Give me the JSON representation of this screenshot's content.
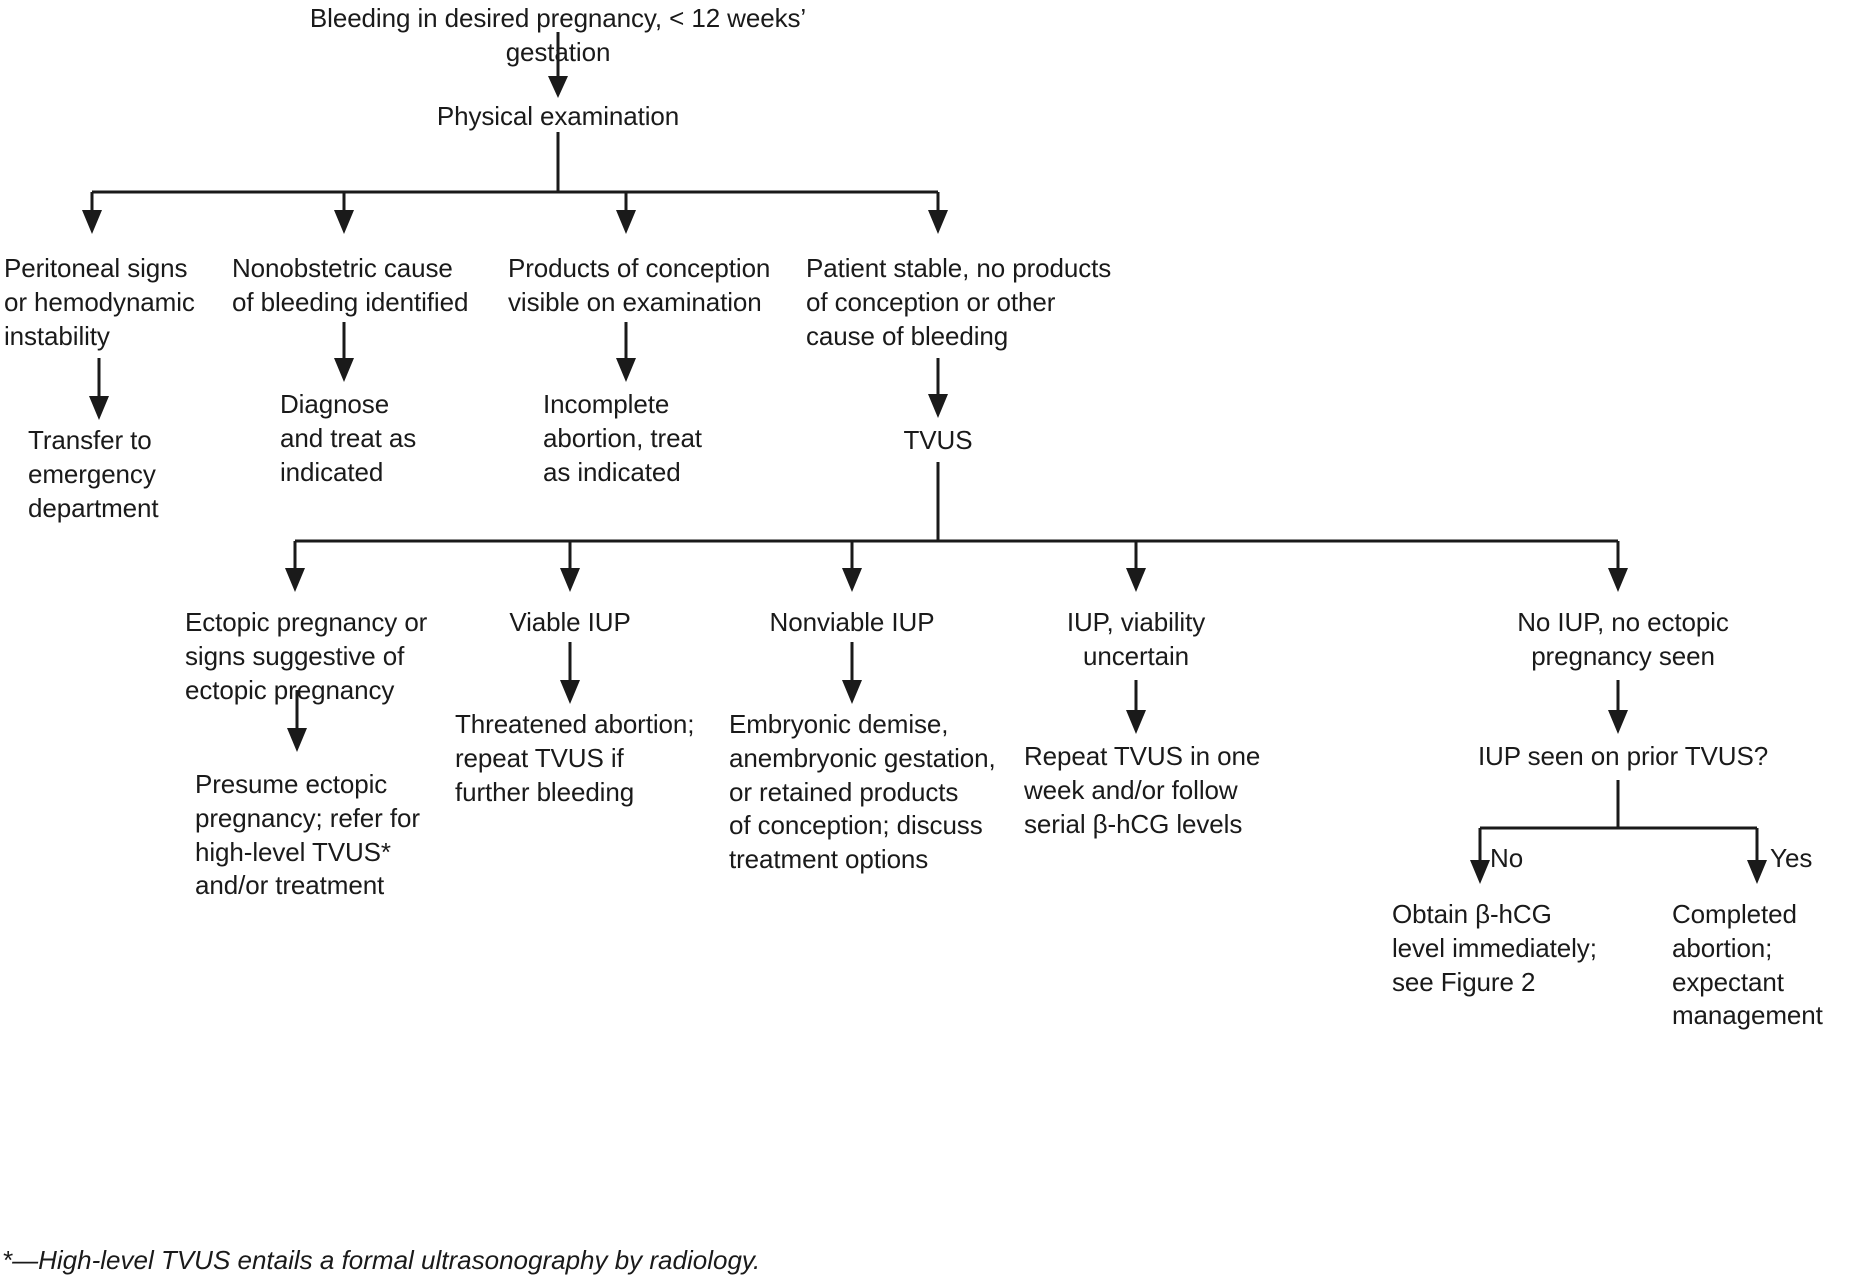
{
  "figure": {
    "title": "Bleeding in desired pregnancy, < 12 weeks’ gestation",
    "footnote": "*—High-level TVUS entails a formal ultrasonography by radiology."
  },
  "nodes": {
    "start": "Bleeding in desired pregnancy, < 12 weeks’ gestation",
    "physical_exam": "Physical examination",
    "branch1": "Peritoneal signs\nor hemodynamic\ninstability",
    "branch1_out": "Transfer to\nemergency\ndepartment",
    "branch2": "Nonobstetric cause\nof bleeding identified",
    "branch2_out": "Diagnose\nand treat as\nindicated",
    "branch3": "Products of conception\nvisible on examination",
    "branch3_out": "Incomplete\nabortion, treat\nas indicated",
    "branch4": "Patient stable, no products\nof conception or other\ncause of bleeding",
    "tvus": "TVUS",
    "tvus1": "Ectopic pregnancy or\nsigns suggestive of\nectopic pregnancy",
    "tvus1_out": "Presume ectopic\npregnancy; refer for\nhigh-level TVUS*\nand/or treatment",
    "tvus2": "Viable IUP",
    "tvus2_out": "Threatened abortion;\nrepeat TVUS if\nfurther bleeding",
    "tvus3": "Nonviable IUP",
    "tvus3_out": "Embryonic demise,\nanembryonic gestation,\nor retained products\nof conception; discuss\ntreatment options",
    "tvus4": "IUP, viability\nuncertain",
    "tvus4_out": "Repeat TVUS in one\nweek and/or follow\nserial β-hCG levels",
    "tvus5": "No IUP, no ectopic\npregnancy seen",
    "tvus5_question": "IUP seen on prior TVUS?",
    "tvus5_no_out": "Obtain β-hCG\nlevel immediately;\nsee Figure 2",
    "tvus5_yes_out": "Completed\nabortion;\nexpectant\nmanagement"
  },
  "edge_labels": {
    "no": "No",
    "yes": "Yes"
  },
  "colors": {
    "ink": "#1a1a1a",
    "background": "#ffffff"
  }
}
